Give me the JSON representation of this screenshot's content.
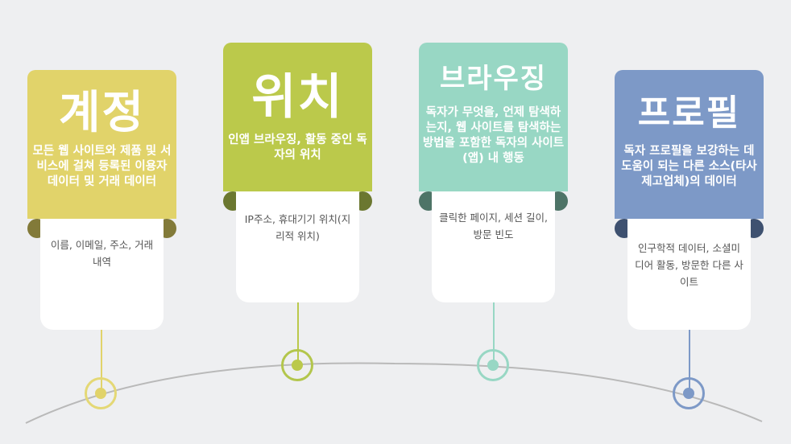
{
  "colors": {
    "background": "#eeeff1",
    "arc": "#b9b9b9",
    "card1": "#e1d36a",
    "card1_fold": "#827a39",
    "card2": "#bbc94b",
    "card2_fold": "#6b7730",
    "card3": "#98d7c4",
    "card3_fold": "#4e7467",
    "card4": "#7d99c7",
    "card4_fold": "#3e5170"
  },
  "cards": [
    {
      "title": "계정",
      "description": "모든 웹 사이트와 제품 및 서비스에 걸쳐 등록된 이용자 데이터 및 거래 데이터",
      "examples": "이름, 이메일, 주소, 거래 내역",
      "icon": "timeline-marker-icon"
    },
    {
      "title": "위치",
      "description": "인앱 브라우징, 활동 중인 독자의 위치",
      "examples": "IP주소, 휴대기기 위치(지리적 위치)",
      "icon": "timeline-marker-icon"
    },
    {
      "title": "브라우징",
      "description": "독자가 무엇을, 언제 탐색하는지, 웹 사이트를 탐색하는 방법을 포함한 독자의 사이트(앱) 내 행동",
      "examples": "클릭한 페이지, 세션 길이, 방문 빈도",
      "icon": "timeline-marker-icon"
    },
    {
      "title": "프로필",
      "description": "독자 프로필을 보강하는 데 도움이 되는 다른 소스(타사 제고업체)의 데이터",
      "examples": "인구학적 데이터, 소셜미디어 활동, 방문한 다른 사이트",
      "icon": "timeline-marker-icon"
    }
  ]
}
